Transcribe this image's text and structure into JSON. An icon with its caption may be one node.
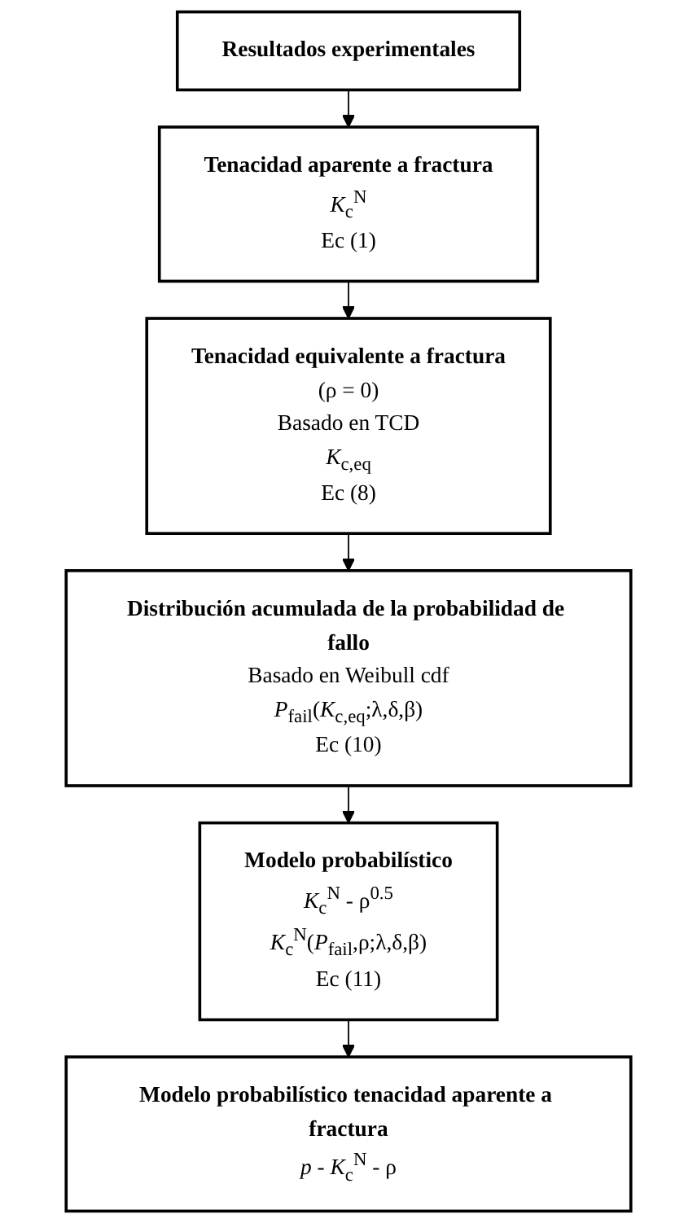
{
  "diagram": {
    "nodes": [
      {
        "text": [
          "Resultados experimentales"
        ]
      },
      {
        "text": [
          "Tenacidad aparente a fractura",
          "*K*$_{c}$$^{N}$",
          "Ec (1)"
        ]
      },
      {
        "text": [
          "Tenacidad equivalente a fractura",
          "(ρ = 0)",
          "Basado en TCD",
          "*K*$_{c,eq}$",
          "Ec (8)"
        ]
      },
      {
        "text": [
          "Distribución acumulada de la probabilidad de fallo",
          "Basado en Weibull cdf",
          "*P*$_{fail}$(*K*$_{c,eq}$;λ,δ,β)",
          "Ec (10)"
        ]
      },
      {
        "text": [
          "Modelo probabilístico",
          "*K*$_{c}$$^{N}$ - ρ$^{0.5}$",
          "*K*$_{c}$$^{N}$(*P*$_{fail}$,ρ;λ,δ,β)",
          "Ec (11)"
        ]
      },
      {
        "text": [
          "Modelo probabilístico tenacidad aparente a fractura",
          "*p* - *K*$_{c}$$^{N}$ - ρ"
        ]
      }
    ],
    "edges": [
      {
        "from": 0,
        "to": 1,
        "arrow": "to"
      },
      {
        "from": 1,
        "to": 2,
        "arrow": "to"
      },
      {
        "from": 2,
        "to": 3,
        "arrow": "to"
      },
      {
        "from": 3,
        "to": 4,
        "arrow": "to"
      },
      {
        "from": 4,
        "to": 5,
        "arrow": "to"
      }
    ]
  }
}
